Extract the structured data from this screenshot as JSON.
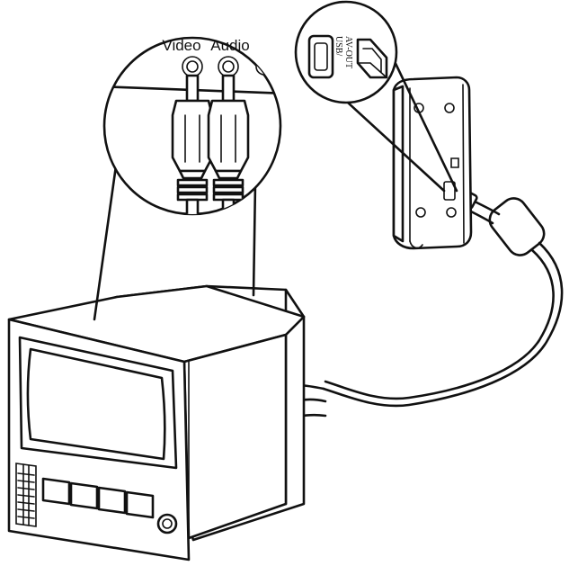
{
  "labels": {
    "video": "Video",
    "audio": "Audio",
    "port_line1": "USB/",
    "port_line2": "AV-OUT"
  }
}
